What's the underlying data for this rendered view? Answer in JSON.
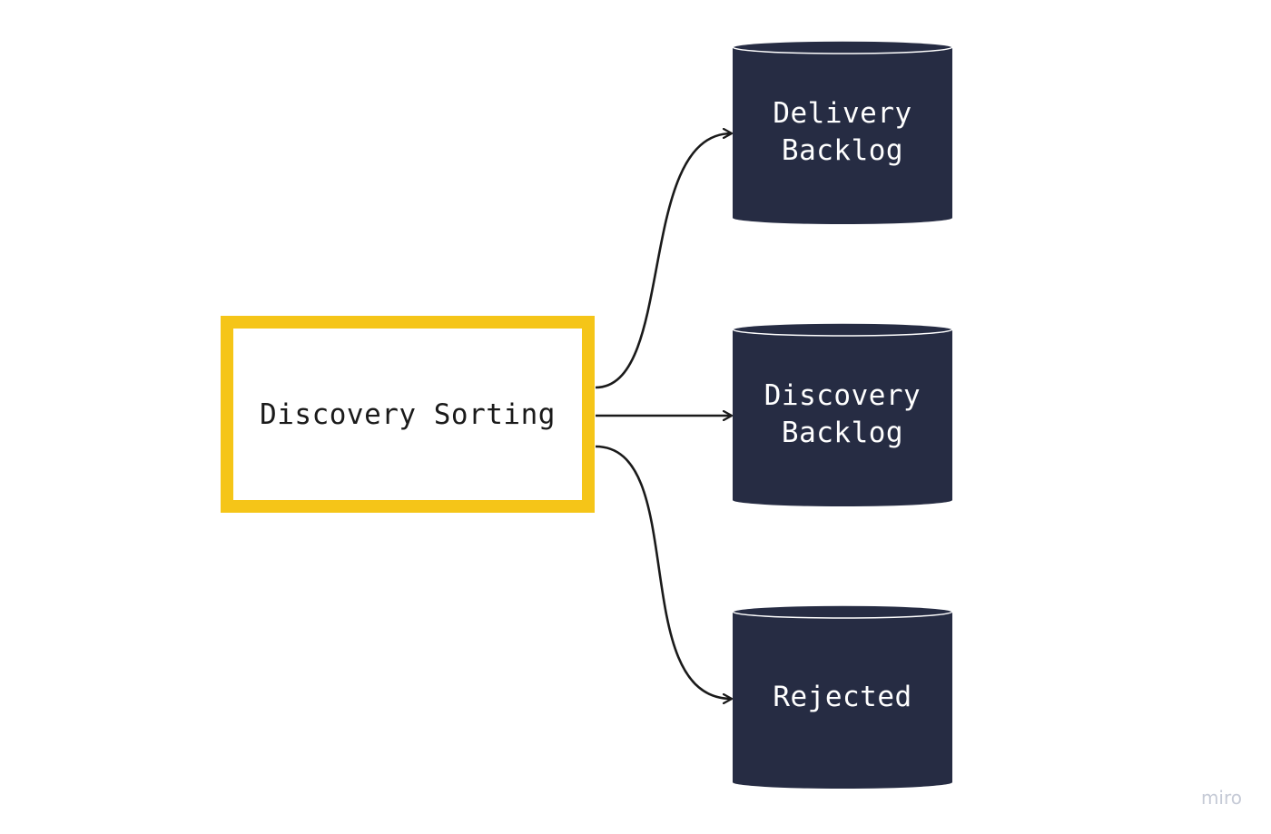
{
  "diagram": {
    "source_node": {
      "label": "Discovery Sorting",
      "border_color": "#f5c518"
    },
    "targets": [
      {
        "lines": [
          "Delivery",
          "Backlog"
        ]
      },
      {
        "lines": [
          "Discovery",
          "Backlog"
        ]
      },
      {
        "lines": [
          "Rejected"
        ]
      }
    ],
    "cylinder_color": "#262c43",
    "edge_color": "#1a1a1a"
  },
  "watermark": "miro"
}
